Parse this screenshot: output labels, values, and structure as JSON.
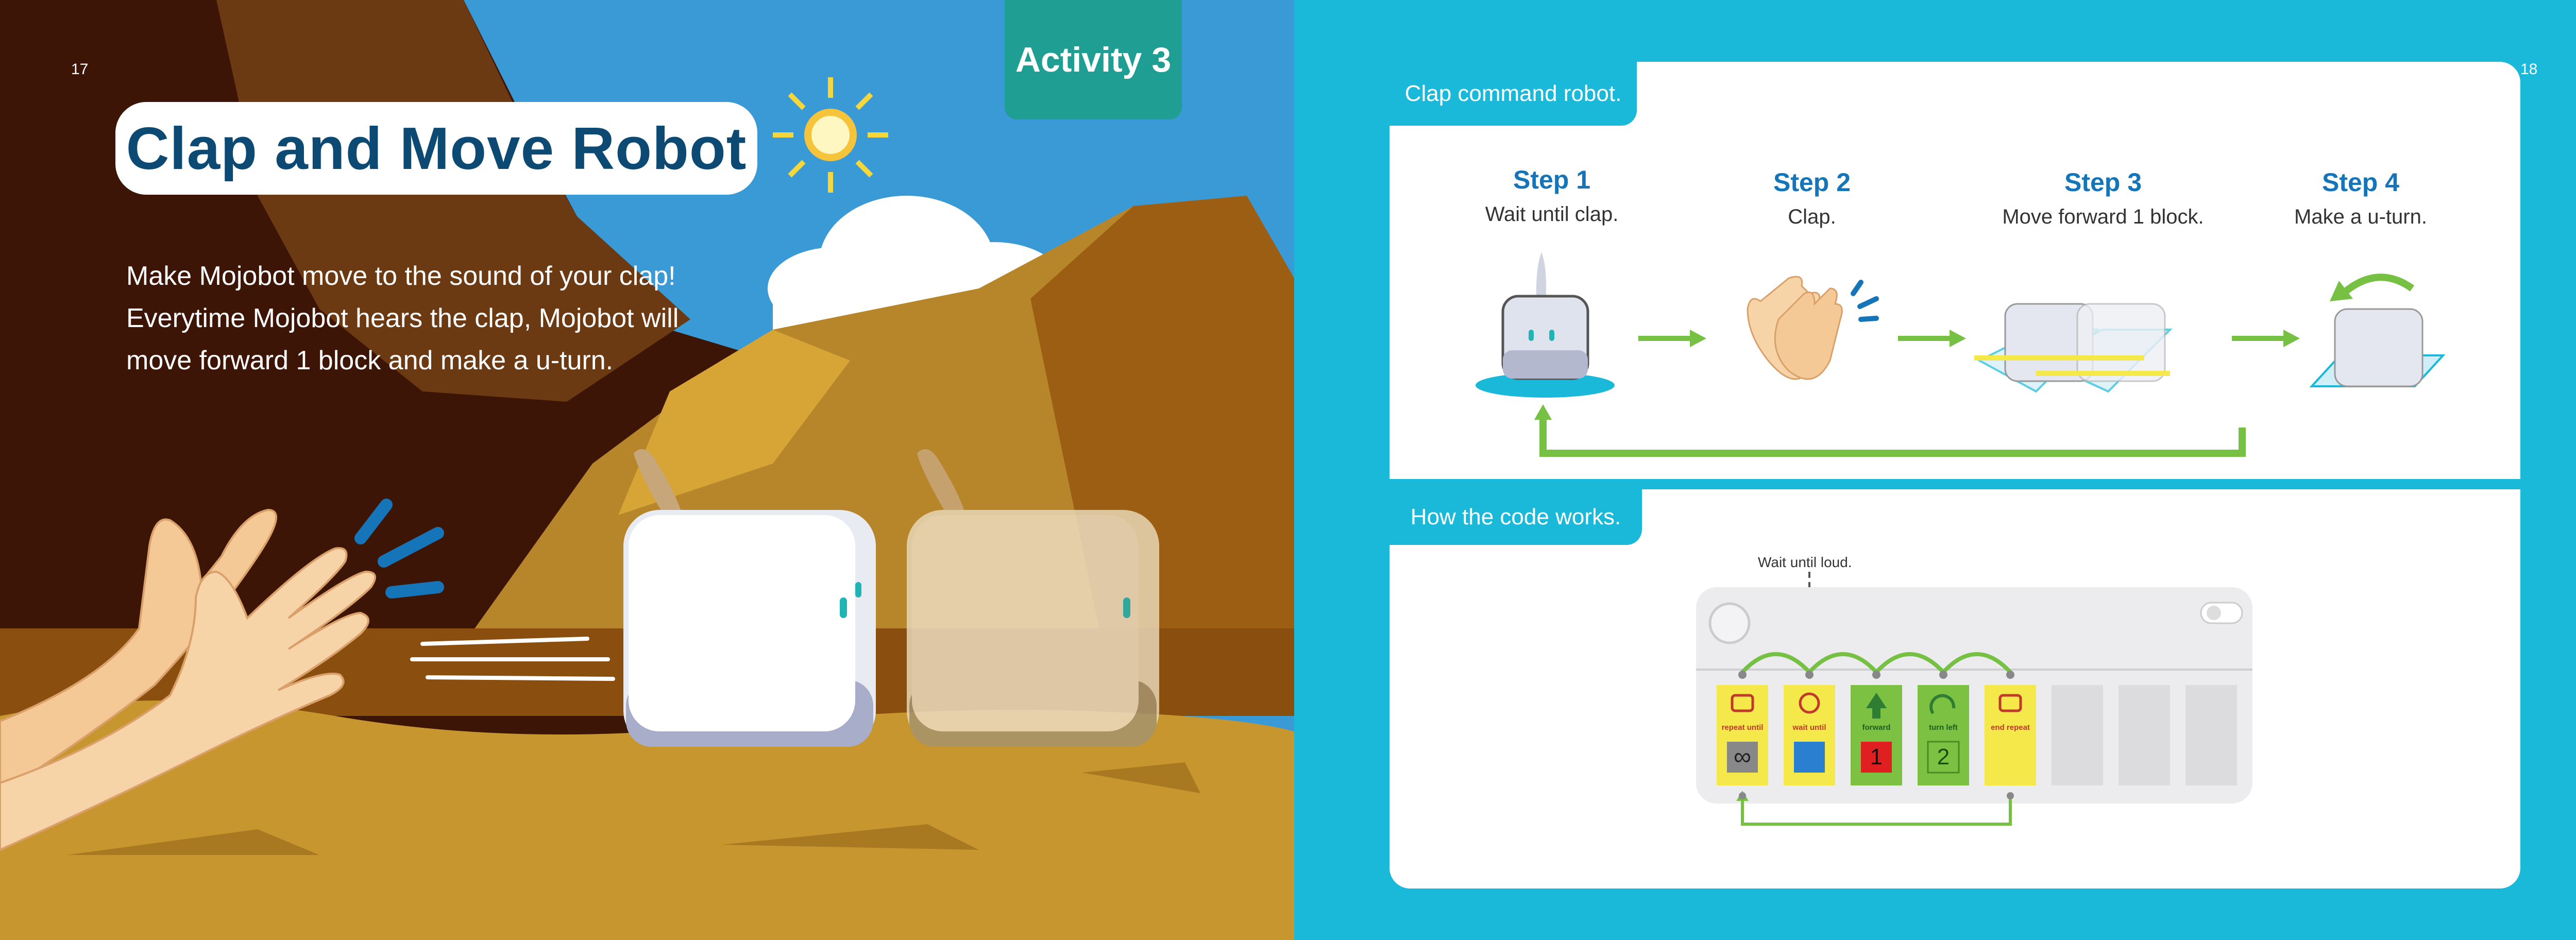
{
  "left_page": {
    "page_number": "17",
    "title": "Clap and Move Robot",
    "activity_badge": "Activity 3",
    "intro_lines": [
      "Make Mojobot move to the sound of your clap!",
      "Everytime Mojobot hears the clap, Mojobot will",
      "move forward 1 block and make a u-turn."
    ]
  },
  "right_page": {
    "page_number": "18",
    "section1_tab": "Clap command robot.",
    "steps": [
      {
        "title": "Step 1",
        "desc": "Wait until clap."
      },
      {
        "title": "Step 2",
        "desc": "Clap."
      },
      {
        "title": "Step 3",
        "desc": "Move forward 1 block."
      },
      {
        "title": "Step 4",
        "desc": "Make a u-turn."
      }
    ],
    "section2_tab": "How the code works.",
    "code_annotation": "Wait until loud.",
    "code_blocks": [
      {
        "label": "repeat until",
        "param": "∞"
      },
      {
        "label": "wait until",
        "param": ""
      },
      {
        "label": "forward",
        "param": "1"
      },
      {
        "label": "turn left",
        "param": "2"
      },
      {
        "label": "end repeat",
        "param": ""
      }
    ]
  },
  "colors": {
    "cyan": "#1ab9d9",
    "navy": "#0d4a73",
    "teal": "#1f9e93",
    "step_blue": "#1675b8",
    "arrow_green": "#76c043",
    "block_yellow": "#f5e84a",
    "block_green": "#7dc142"
  }
}
